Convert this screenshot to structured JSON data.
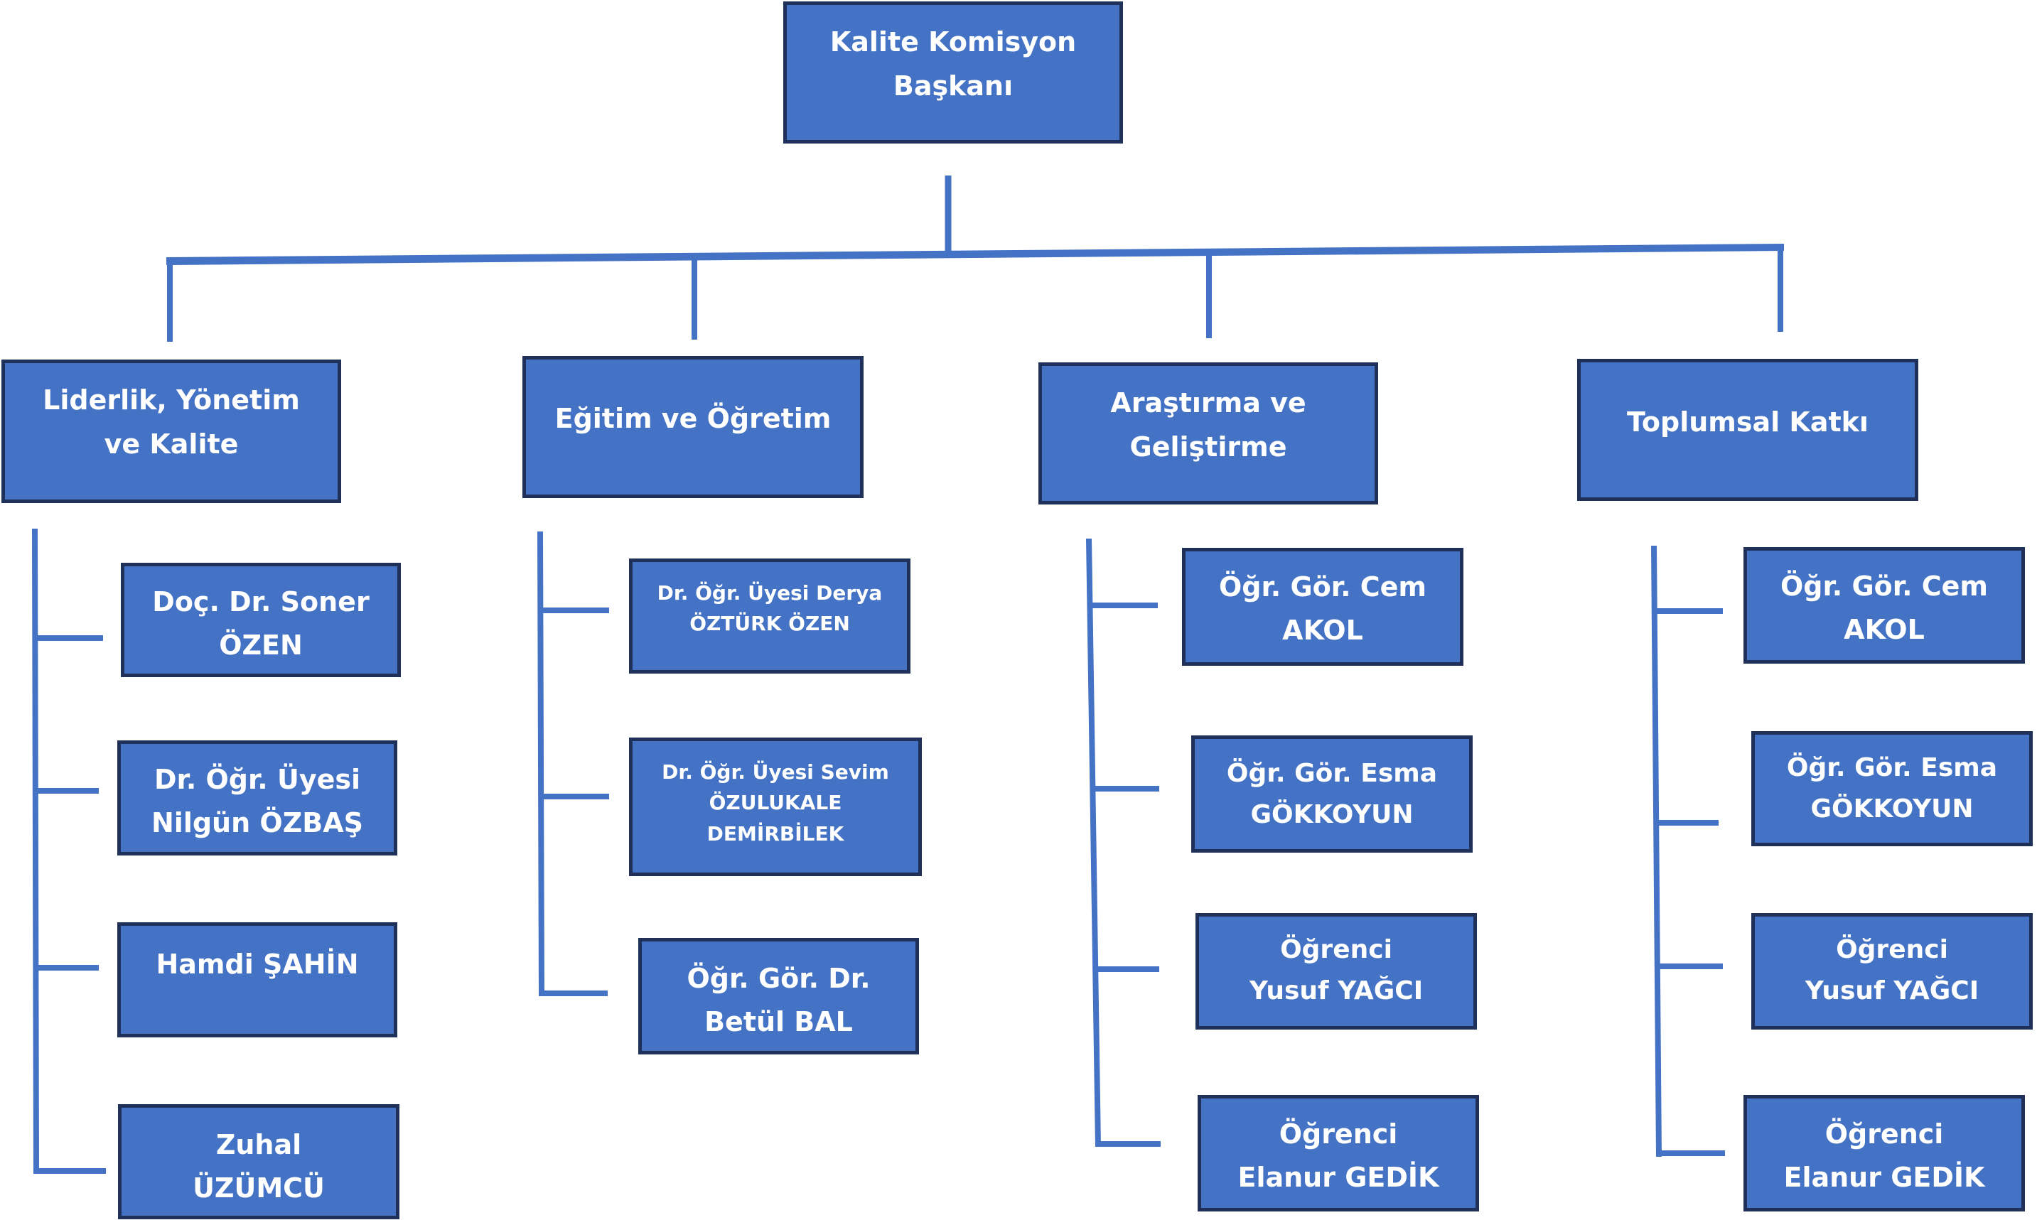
{
  "colors": {
    "box_fill": "#4472c4",
    "box_border": "#1f3158",
    "connector": "#4472c4",
    "text": "#ffffff"
  },
  "root": {
    "lines": [
      "Kalite Komisyon",
      "Başkanı"
    ]
  },
  "units": [
    {
      "lines": [
        "Liderlik, Yönetim",
        "ve Kalite"
      ],
      "members": [
        {
          "lines": [
            "Doç. Dr. Soner",
            "ÖZEN"
          ]
        },
        {
          "lines": [
            "Dr. Öğr. Üyesi",
            "Nilgün ÖZBAŞ"
          ]
        },
        {
          "lines": [
            "Hamdi ŞAHİN"
          ]
        },
        {
          "lines": [
            "Zuhal",
            "ÜZÜMCÜ"
          ]
        }
      ]
    },
    {
      "lines": [
        "Eğitim ve Öğretim"
      ],
      "members": [
        {
          "lines": [
            "Dr. Öğr. Üyesi Derya",
            "ÖZTÜRK ÖZEN"
          ]
        },
        {
          "lines": [
            "Dr. Öğr. Üyesi Sevim",
            "ÖZULUKALE",
            "DEMİRBİLEK"
          ]
        },
        {
          "lines": [
            "Öğr. Gör. Dr.",
            "Betül BAL"
          ]
        }
      ]
    },
    {
      "lines": [
        "Araştırma ve",
        "Geliştirme"
      ],
      "members": [
        {
          "lines": [
            "Öğr. Gör. Cem",
            "AKOL"
          ]
        },
        {
          "lines": [
            "Öğr. Gör. Esma",
            "GÖKKOYUN"
          ]
        },
        {
          "lines": [
            "Öğrenci",
            "Yusuf YAĞCI"
          ]
        },
        {
          "lines": [
            "Öğrenci",
            "Elanur GEDİK"
          ]
        }
      ]
    },
    {
      "lines": [
        "Toplumsal Katkı"
      ],
      "members": [
        {
          "lines": [
            "Öğr. Gör. Cem",
            "AKOL"
          ]
        },
        {
          "lines": [
            "Öğr. Gör. Esma",
            "GÖKKOYUN"
          ]
        },
        {
          "lines": [
            "Öğrenci",
            "Yusuf YAĞCI"
          ]
        },
        {
          "lines": [
            "Öğrenci",
            "Elanur GEDİK"
          ]
        }
      ]
    }
  ]
}
